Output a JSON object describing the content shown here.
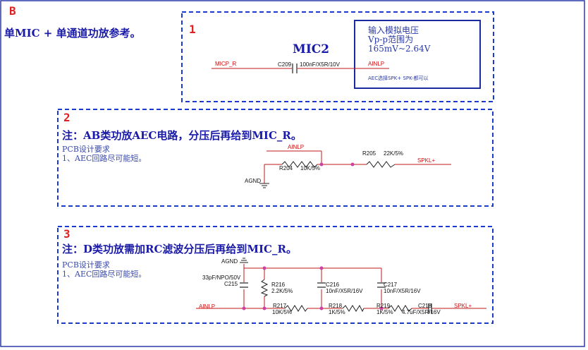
{
  "letter": "B",
  "header": "单MIC + 单通道功放参考。",
  "sections": [
    {
      "num": "1",
      "title": "MIC2"
    },
    {
      "num": "2",
      "title": "注：AB类功放AEC电路，分压后再给到MIC_R。",
      "notes": [
        "PCB设计要求",
        "1、AEC回路尽可能短。"
      ]
    },
    {
      "num": "3",
      "title": "注：D类功放需加RC滤波分压后再给到MIC_R。",
      "notes": [
        "PCB设计要求",
        "1、AEC回路尽可能短。"
      ]
    }
  ],
  "infobox": {
    "lines": [
      "输入模拟电压",
      "Vp-p范围为",
      "165mV~2.64V"
    ],
    "small": "AEC选择SPK+ SPK-都可以"
  },
  "circuit1": {
    "net_left": "MICP_R",
    "cap_ref": "C209",
    "cap_val": "100nF/X5R/10V",
    "net_right": "AINLP"
  },
  "circuit2": {
    "ainlp": "AINLP",
    "r205_ref": "R205",
    "r205_val": "22K/5%",
    "spkl": "SPKL+",
    "r204_ref": "R204",
    "r204_val": "10K/5%",
    "agnd": "AGND"
  },
  "circuit3": {
    "agnd": "AGND",
    "c215_val": "33pF/NPO/50V",
    "c215_ref": "C215",
    "r216_ref": "R216",
    "r216_val": "2.2K/5%",
    "c216_ref": "C216",
    "c216_val": "10nF/X5R/16V",
    "c217_ref": "C217",
    "c217_val": "10nF/X5R/16V",
    "ainlp": "AINLP",
    "r217_ref": "R217",
    "r217_val": "10K/5%",
    "r218_ref": "R218",
    "r218_val": "1K/5%",
    "r219_ref": "R219",
    "r219_val": "1K/5%",
    "c218_ref": "C218",
    "c218_val": "4.7uF/X5R/16V",
    "spkl": "SPKL+"
  }
}
